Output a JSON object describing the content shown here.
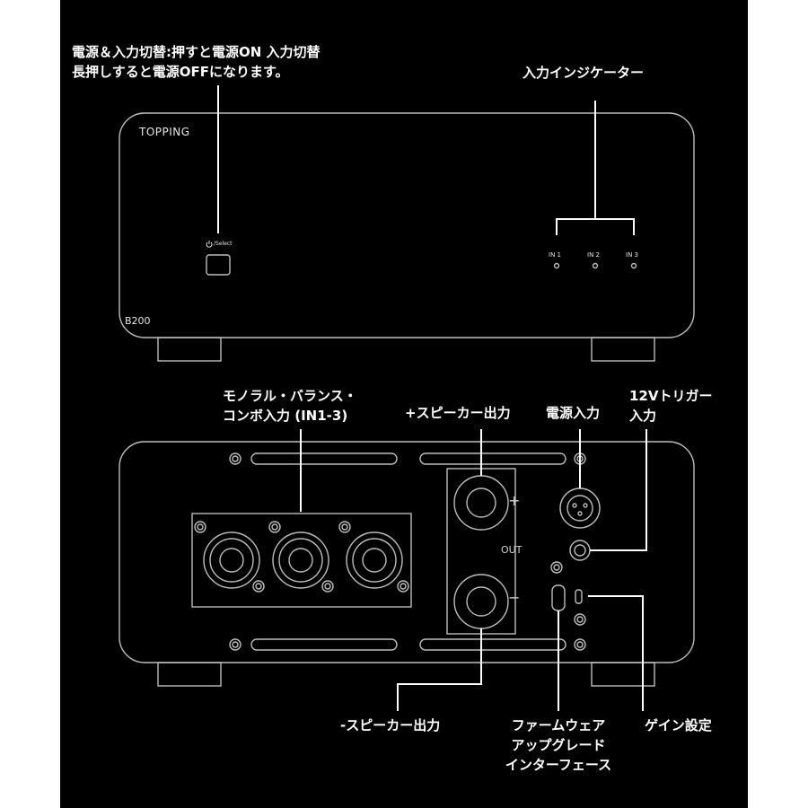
{
  "front": {
    "brand": "TOPPING",
    "model": "B200",
    "power_button_label": "/Select",
    "indicators": [
      "IN 1",
      "IN 2",
      "IN 3"
    ]
  },
  "rear": {
    "out_label": "OUT",
    "plus_mark": "+",
    "minus_mark": "−"
  },
  "callouts": {
    "power_select": [
      "電源＆入力切替:押すと電源ON 入力切替",
      "長押しすると電源OFFになります。"
    ],
    "input_indicator": "入力インジケーター",
    "balanced_combo": [
      "モノラル・バランス・",
      "コンボ入力 (IN1-3)"
    ],
    "plus_speaker": "+スピーカー出力",
    "power_input": "電源入力",
    "trigger_12v": [
      "12Vトリガー",
      "入力"
    ],
    "minus_speaker": "-スピーカー出力",
    "firmware": [
      "ファームウェア",
      "アップグレード",
      "インターフェース"
    ],
    "gain": "ゲイン設定"
  },
  "colors": {
    "background": "#000000",
    "line": "#ffffff",
    "outline": "#bdbdbd",
    "page": "#ffffff"
  }
}
